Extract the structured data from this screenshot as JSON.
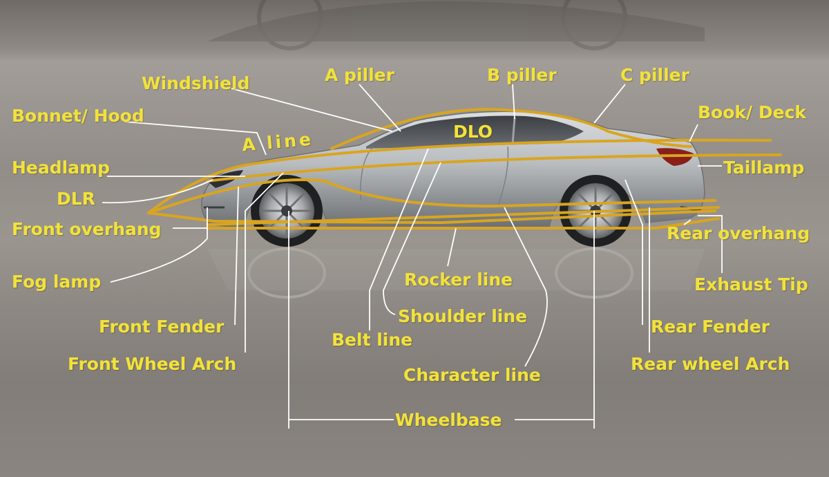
{
  "labels": {
    "windshield": "Windshield",
    "a_piller": "A piller",
    "b_piller": "B piller",
    "c_piller": "C piller",
    "bonnet_hood": "Bonnet/ Hood",
    "book_deck": "Book/ Deck",
    "dlo": "DLO",
    "a_line": "A line",
    "headlamp": "Headlamp",
    "taillamp": "Taillamp",
    "dlr": "DLR",
    "front_overhang": "Front overhang",
    "rear_overhang": "Rear overhang",
    "fog_lamp": "Fog lamp",
    "rocker_line": "Rocker line",
    "exhaust_tip": "Exhaust Tip",
    "shoulder_line": "Shoulder line",
    "front_fender": "Front Fender",
    "rear_fender": "Rear Fender",
    "belt_line": "Belt line",
    "front_wheel_arch": "Front Wheel Arch",
    "rear_wheel_arch": "Rear wheel Arch",
    "character_line": "Character line",
    "wheelbase": "Wheelbase"
  },
  "colors": {
    "label_text": "#f2e23a",
    "design_lines": "#d9a520",
    "leader_lines": "#ffffff",
    "car_body": "#b7b9bc"
  }
}
